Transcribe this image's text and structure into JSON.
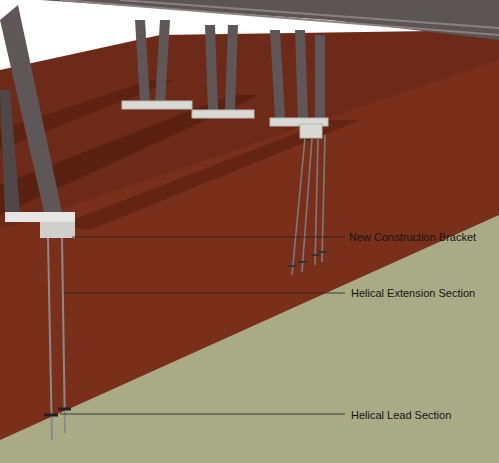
{
  "diagram": {
    "labels": [
      "New Construction Bracket",
      "Helical Extension Section",
      "Helical Lead Section"
    ]
  }
}
